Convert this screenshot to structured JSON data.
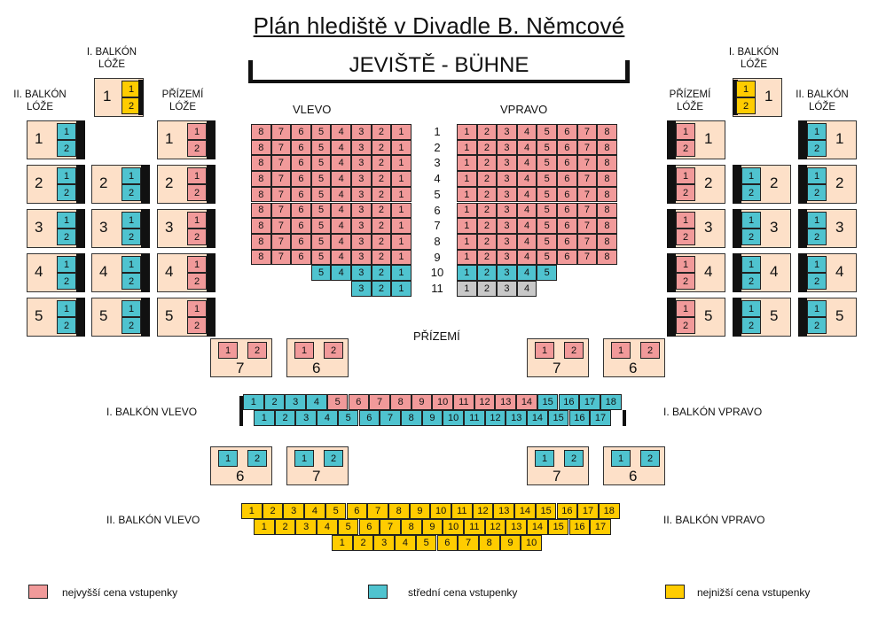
{
  "title": "Plán hlediště v Divadle B. Němcové",
  "stage": "JEVIŠTĚ  -  BÜHNE",
  "labels": {
    "balkon1_loze": [
      "I. BALKÓN",
      "LÓŽE"
    ],
    "balkon2_loze": [
      "II. BALKÓN",
      "LÓŽE"
    ],
    "prizemi_loze": [
      "PŘÍZEMÍ",
      "LÓŽE"
    ],
    "vlevo": "VLEVO",
    "vpravo": "VPRAVO",
    "prizemi": "PŘÍZEMÍ",
    "b1_vlevo": "I. BALKÓN VLEVO",
    "b1_vpravo": "I. BALKÓN VPRAVO",
    "b2_vlevo": "II. BALKÓN VLEVO",
    "b2_vpravo": "II. BALKÓN VPRAVO"
  },
  "colors": {
    "high": "#f19a9a",
    "mid": "#4fc3cf",
    "low": "#ffcc00",
    "unavailable": "#c8c8c8",
    "box": "#fde0c8"
  },
  "legend": [
    {
      "label": "nejvyšší cena vstupenky",
      "color": "#f19a9a"
    },
    {
      "label": "střední cena vstupenky",
      "color": "#4fc3cf"
    },
    {
      "label": "nejnižší cena vstupenky",
      "color": "#ffcc00"
    }
  ],
  "parterre": {
    "rows": [
      "1",
      "2",
      "3",
      "4",
      "5",
      "6",
      "7",
      "8",
      "9",
      "10",
      "11"
    ],
    "left_seats": [
      "8",
      "7",
      "6",
      "5",
      "4",
      "3",
      "2",
      "1"
    ],
    "right_seats": [
      "1",
      "2",
      "3",
      "4",
      "5",
      "6",
      "7",
      "8"
    ],
    "row10_left": [
      "5",
      "4",
      "3",
      "2",
      "1"
    ],
    "row10_right": [
      "1",
      "2",
      "3",
      "4",
      "5"
    ],
    "row11_left": [
      "3",
      "2",
      "1"
    ],
    "row11_right": [
      "1",
      "2",
      "3",
      "4"
    ]
  },
  "boxes": {
    "balkon2_left": [
      "1",
      "2",
      "3",
      "4",
      "5"
    ],
    "balkon1_left": [
      "1",
      "2",
      "3",
      "4",
      "5"
    ],
    "prizemi_left": [
      "1",
      "2",
      "3",
      "4",
      "5"
    ],
    "prizemi_right": [
      "1",
      "2",
      "3",
      "4",
      "5"
    ],
    "balkon1_right": [
      "1",
      "2",
      "3",
      "4",
      "5"
    ],
    "balkon2_right": [
      "1",
      "2",
      "3",
      "4",
      "5"
    ],
    "seat_labels": [
      "1",
      "2"
    ],
    "prizemi_rear_left": [
      "7",
      "6"
    ],
    "prizemi_rear_right": [
      "7",
      "6"
    ],
    "balkon_rear_left": [
      "6",
      "7"
    ],
    "balkon_rear_right": [
      "7",
      "6"
    ]
  },
  "balkon1": {
    "row1": [
      "1",
      "2",
      "3",
      "4",
      "5",
      "6",
      "7",
      "8",
      "9",
      "10",
      "11",
      "12",
      "13",
      "14",
      "15",
      "16",
      "17",
      "18"
    ],
    "row2": [
      "1",
      "2",
      "3",
      "4",
      "5",
      "6",
      "7",
      "8",
      "9",
      "10",
      "11",
      "12",
      "13",
      "14",
      "15",
      "16",
      "17"
    ]
  },
  "balkon2": {
    "row1": [
      "1",
      "2",
      "3",
      "4",
      "5",
      "6",
      "7",
      "8",
      "9",
      "10",
      "11",
      "12",
      "13",
      "14",
      "15",
      "16",
      "17",
      "18"
    ],
    "row2": [
      "1",
      "2",
      "3",
      "4",
      "5",
      "6",
      "7",
      "8",
      "9",
      "10",
      "11",
      "12",
      "13",
      "14",
      "15",
      "16",
      "17"
    ],
    "row3": [
      "1",
      "2",
      "3",
      "4",
      "5",
      "6",
      "7",
      "8",
      "9",
      "10"
    ]
  }
}
